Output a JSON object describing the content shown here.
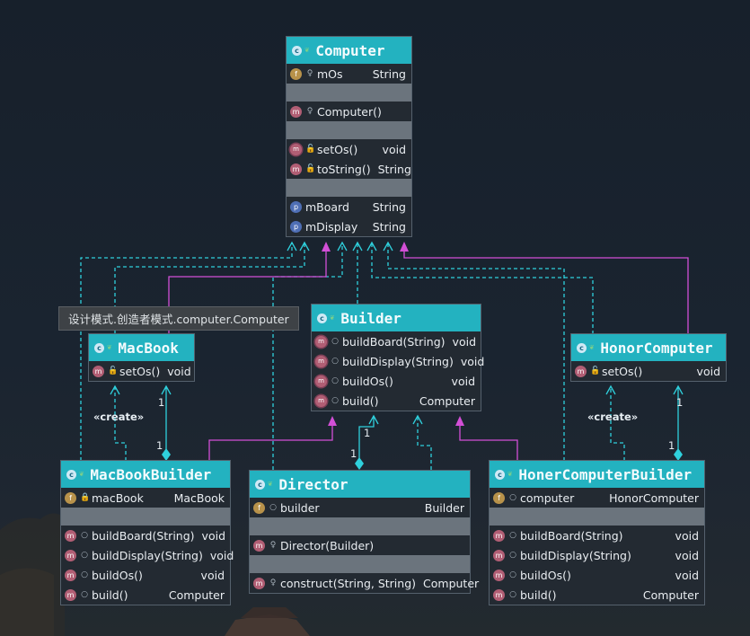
{
  "tooltip": "设计模式.创造者模式.computer.Computer",
  "labels": {
    "create": "«create»",
    "one": "1"
  },
  "colors": {
    "header": "#23b2c0",
    "dependency": "#2fd0dc",
    "inheritance": "#d24fd6"
  },
  "classes": {
    "computer": {
      "name": "Computer",
      "fields": [
        {
          "icon": "f",
          "vis": "pkg",
          "name": "mOs",
          "type": "String"
        }
      ],
      "constructors": [
        {
          "icon": "m",
          "vis": "pkg",
          "name": "Computer()",
          "type": ""
        }
      ],
      "methods": [
        {
          "icon": "om",
          "vis": "pub",
          "name": "setOs()",
          "type": "void"
        },
        {
          "icon": "m",
          "vis": "pub",
          "name": "toString()",
          "type": "String"
        }
      ],
      "properties": [
        {
          "icon": "p",
          "vis": "",
          "name": "mBoard",
          "type": "String"
        },
        {
          "icon": "p",
          "vis": "",
          "name": "mDisplay",
          "type": "String"
        }
      ]
    },
    "builder": {
      "name": "Builder",
      "methods": [
        {
          "icon": "om",
          "vis": "o",
          "name": "buildBoard(String)",
          "type": "void"
        },
        {
          "icon": "om",
          "vis": "o",
          "name": "buildDisplay(String)",
          "type": "void"
        },
        {
          "icon": "om",
          "vis": "o",
          "name": "buildOs()",
          "type": "void"
        },
        {
          "icon": "om",
          "vis": "o",
          "name": "build()",
          "type": "Computer"
        }
      ]
    },
    "macbook": {
      "name": "MacBook",
      "methods": [
        {
          "icon": "m",
          "vis": "pub",
          "name": "setOs()",
          "type": "void"
        }
      ]
    },
    "honorcomputer": {
      "name": "HonorComputer",
      "methods": [
        {
          "icon": "m",
          "vis": "pub",
          "name": "setOs()",
          "type": "void"
        }
      ]
    },
    "macbookbuilder": {
      "name": "MacBookBuilder",
      "fields": [
        {
          "icon": "f",
          "vis": "pri",
          "name": "macBook",
          "type": "MacBook"
        }
      ],
      "methods": [
        {
          "icon": "m",
          "vis": "o",
          "name": "buildBoard(String)",
          "type": "void"
        },
        {
          "icon": "m",
          "vis": "o",
          "name": "buildDisplay(String)",
          "type": "void"
        },
        {
          "icon": "m",
          "vis": "o",
          "name": "buildOs()",
          "type": "void"
        },
        {
          "icon": "m",
          "vis": "o",
          "name": "build()",
          "type": "Computer"
        }
      ]
    },
    "director": {
      "name": "Director",
      "fields": [
        {
          "icon": "f",
          "vis": "o",
          "name": "builder",
          "type": "Builder"
        }
      ],
      "constructors": [
        {
          "icon": "m",
          "vis": "pkg",
          "name": "Director(Builder)",
          "type": ""
        }
      ],
      "methods": [
        {
          "icon": "m",
          "vis": "pkg",
          "name": "construct(String, String)",
          "type": "Computer"
        }
      ]
    },
    "honercomputerbuilder": {
      "name": "HonerComputerBuilder",
      "fields": [
        {
          "icon": "f",
          "vis": "o",
          "name": "computer",
          "type": "HonorComputer"
        }
      ],
      "methods": [
        {
          "icon": "m",
          "vis": "o",
          "name": "buildBoard(String)",
          "type": "void"
        },
        {
          "icon": "m",
          "vis": "o",
          "name": "buildDisplay(String)",
          "type": "void"
        },
        {
          "icon": "m",
          "vis": "o",
          "name": "buildOs()",
          "type": "void"
        },
        {
          "icon": "m",
          "vis": "o",
          "name": "build()",
          "type": "Computer"
        }
      ]
    }
  }
}
